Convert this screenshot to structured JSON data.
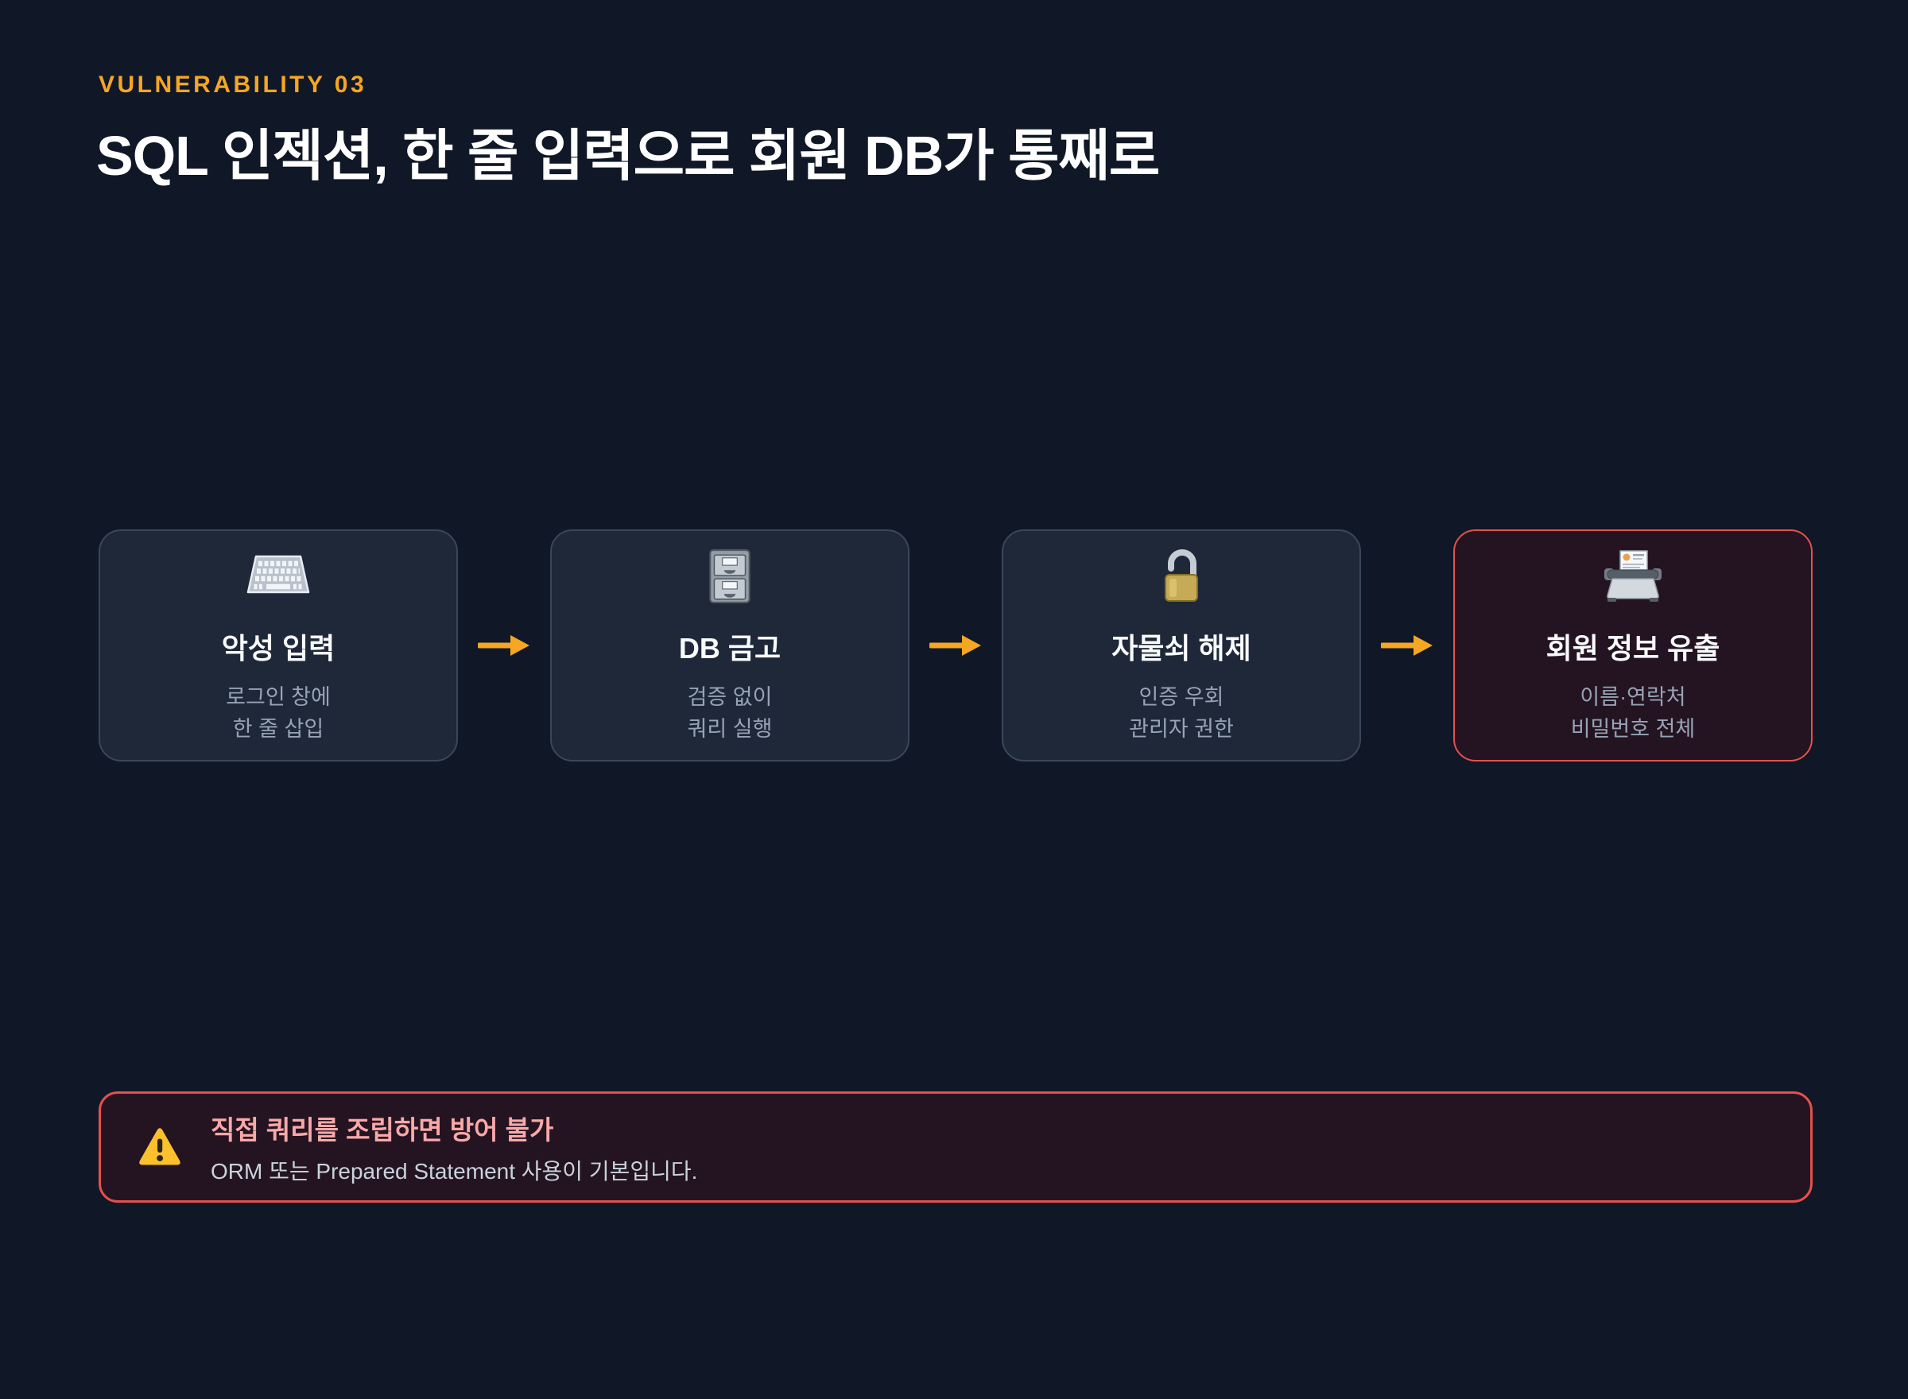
{
  "slide": {
    "eyebrow": "VULNERABILITY 03",
    "title": "SQL 인젝션, 한 줄 입력으로 회원 DB가 통째로"
  },
  "flow": {
    "steps": [
      {
        "icon": "keyboard-icon",
        "title": "악성 입력",
        "desc_line1": "로그인 창에",
        "desc_line2": "한 줄 삽입",
        "variant": "normal"
      },
      {
        "icon": "file-cabinet-icon",
        "title": "DB 금고",
        "desc_line1": "검증 없이",
        "desc_line2": "쿼리 실행",
        "variant": "normal"
      },
      {
        "icon": "unlocked-padlock-icon",
        "title": "자물쇠 해제",
        "desc_line1": "인증 우회",
        "desc_line2": "관리자 권한",
        "variant": "normal"
      },
      {
        "icon": "printer-icon",
        "title": "회원 정보 유출",
        "desc_line1": "이름·연락처",
        "desc_line2": "비밀번호 전체",
        "variant": "danger"
      }
    ],
    "arrow_icon": "right-arrow-icon"
  },
  "warning": {
    "icon": "warning-triangle-icon",
    "title": "직접 쿼리를 조립하면 방어 불가",
    "description": "ORM 또는 Prepared Statement 사용이 기본입니다."
  },
  "colors": {
    "background": "#101726",
    "card_background": "#1E2839",
    "card_border": "#3A4759",
    "accent_orange": "#F5A623",
    "danger_border": "#E5504C",
    "danger_background": "#241421",
    "danger_title": "#F9A8A8",
    "headline_text": "#FFFFFF",
    "card_title_text": "#F8FAFC",
    "card_subtitle_text": "#97A3B6",
    "warning_triangle_yellow": "#FCC02C"
  }
}
